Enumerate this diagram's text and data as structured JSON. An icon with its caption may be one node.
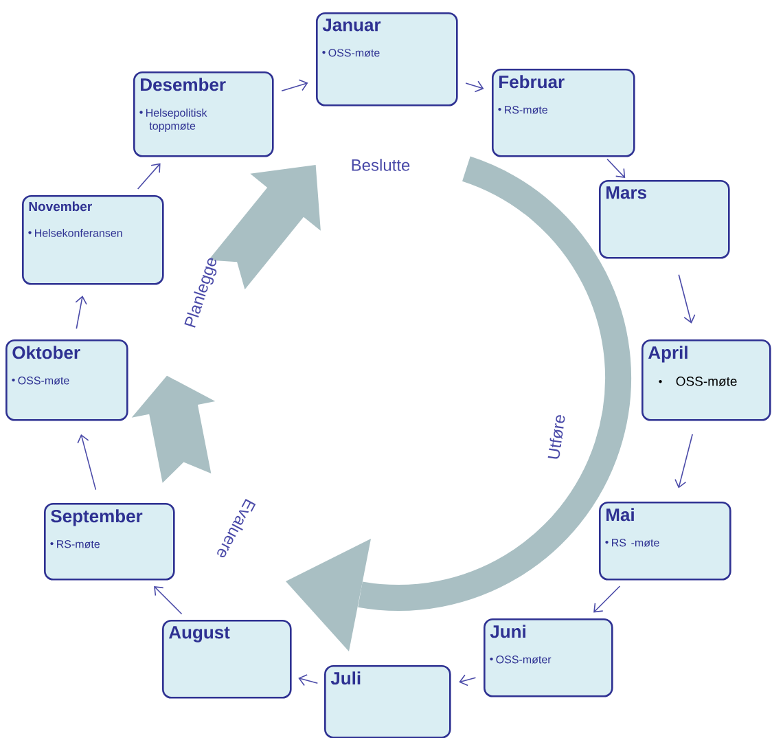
{
  "diagram": {
    "nodes": [
      {
        "text": [
          "Januar",
          "OSS-møte"
        ]
      },
      {
        "text": [
          "Februar",
          "RS-møte"
        ]
      },
      {
        "text": [
          "Mars"
        ]
      },
      {
        "text": [
          "April",
          "OSS-møte"
        ]
      },
      {
        "text": [
          "Mai",
          "RS -møte"
        ]
      },
      {
        "text": [
          "Juni",
          "OSS-møter"
        ]
      },
      {
        "text": [
          "Juli"
        ]
      },
      {
        "text": [
          "August"
        ]
      },
      {
        "text": [
          "September",
          "RS-møte"
        ]
      },
      {
        "text": [
          "Oktober",
          "OSS-møte"
        ]
      },
      {
        "text": [
          "November",
          "Helsekonferansen"
        ]
      },
      {
        "text": [
          "Desember",
          "Helsepolitisk toppmøte"
        ]
      }
    ],
    "edges": [
      {
        "from": 0,
        "to": 1,
        "arrow": "to"
      },
      {
        "from": 1,
        "to": 2,
        "arrow": "to"
      },
      {
        "from": 2,
        "to": 3,
        "arrow": "to"
      },
      {
        "from": 3,
        "to": 4,
        "arrow": "to"
      },
      {
        "from": 4,
        "to": 5,
        "arrow": "to"
      },
      {
        "from": 5,
        "to": 6,
        "arrow": "to"
      },
      {
        "from": 6,
        "to": 7,
        "arrow": "to"
      },
      {
        "from": 7,
        "to": 8,
        "arrow": "to"
      },
      {
        "from": 8,
        "to": 9,
        "arrow": "to"
      },
      {
        "from": 9,
        "to": 10,
        "arrow": "to"
      },
      {
        "from": 10,
        "to": 11,
        "arrow": "to"
      },
      {
        "from": 11,
        "to": 0,
        "arrow": "to"
      }
    ],
    "labels": [
      "Beslutte",
      "Planlegge",
      "Utføre",
      "Evaluere"
    ]
  }
}
